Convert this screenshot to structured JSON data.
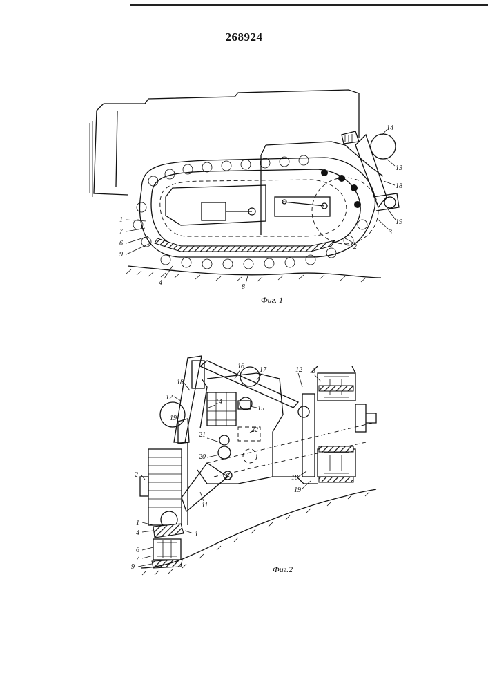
{
  "document": {
    "patent_number": "268924"
  },
  "figures": [
    {
      "caption": "Фиг. 1",
      "callouts": [
        "1",
        "7",
        "6",
        "9",
        "4",
        "8",
        "2",
        "3",
        "19",
        "18",
        "13",
        "14"
      ]
    },
    {
      "caption": "Фиг.2",
      "callouts": [
        "16",
        "17",
        "12",
        "3",
        "18",
        "12",
        "14",
        "15",
        "19",
        "22",
        "21",
        "20",
        "2",
        "11",
        "18",
        "19",
        "1",
        "4",
        "1",
        "6",
        "7",
        "9"
      ]
    }
  ]
}
